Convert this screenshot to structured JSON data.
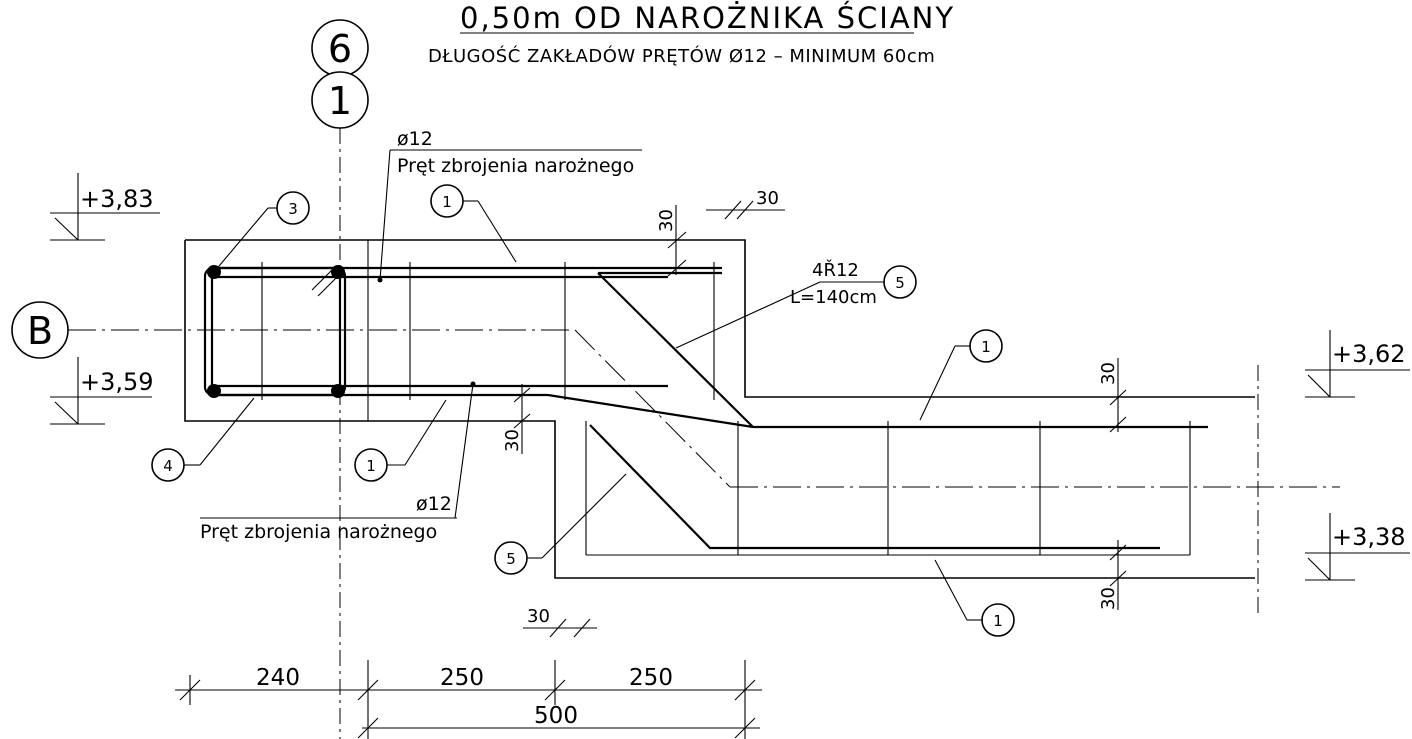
{
  "title": "0,50m OD NAROŻNIKA ŚCIANY",
  "subtitle": "DŁUGOŚĆ ZAKŁADÓW PRĘTÓW Ø12 – MINIMUM 60cm",
  "axes": {
    "grid_6": "6",
    "grid_1": "1",
    "grid_b": "B"
  },
  "levels": {
    "top_left": "+3,83",
    "bottom_left": "+3,59",
    "top_right": "+3,62",
    "bottom_right": "+3,38"
  },
  "tags": {
    "t1_top": "1",
    "t1_right_top": "1",
    "t1_bottom_mid": "1",
    "t1_right_bottom": "1",
    "t3": "3",
    "t4": "4",
    "t5_top": "5",
    "t5_bottom": "5"
  },
  "notes": {
    "bar_upper_dia": "ø12",
    "bar_upper_label": "Pręt zbrojenia narożnego",
    "bar_lower_dia": "ø12",
    "bar_lower_label": "Pręt zbrojenia narożnego",
    "bar5_spec": "4Ř12",
    "bar5_length": "L=140cm"
  },
  "cover_dims": {
    "top_left": "30",
    "top_right": "30",
    "left_mid": "30",
    "right_upper": "30",
    "right_lower": "30",
    "bottom": "30"
  },
  "dimensions": {
    "d1": "240",
    "d2": "250",
    "d3": "250",
    "total": "500"
  }
}
